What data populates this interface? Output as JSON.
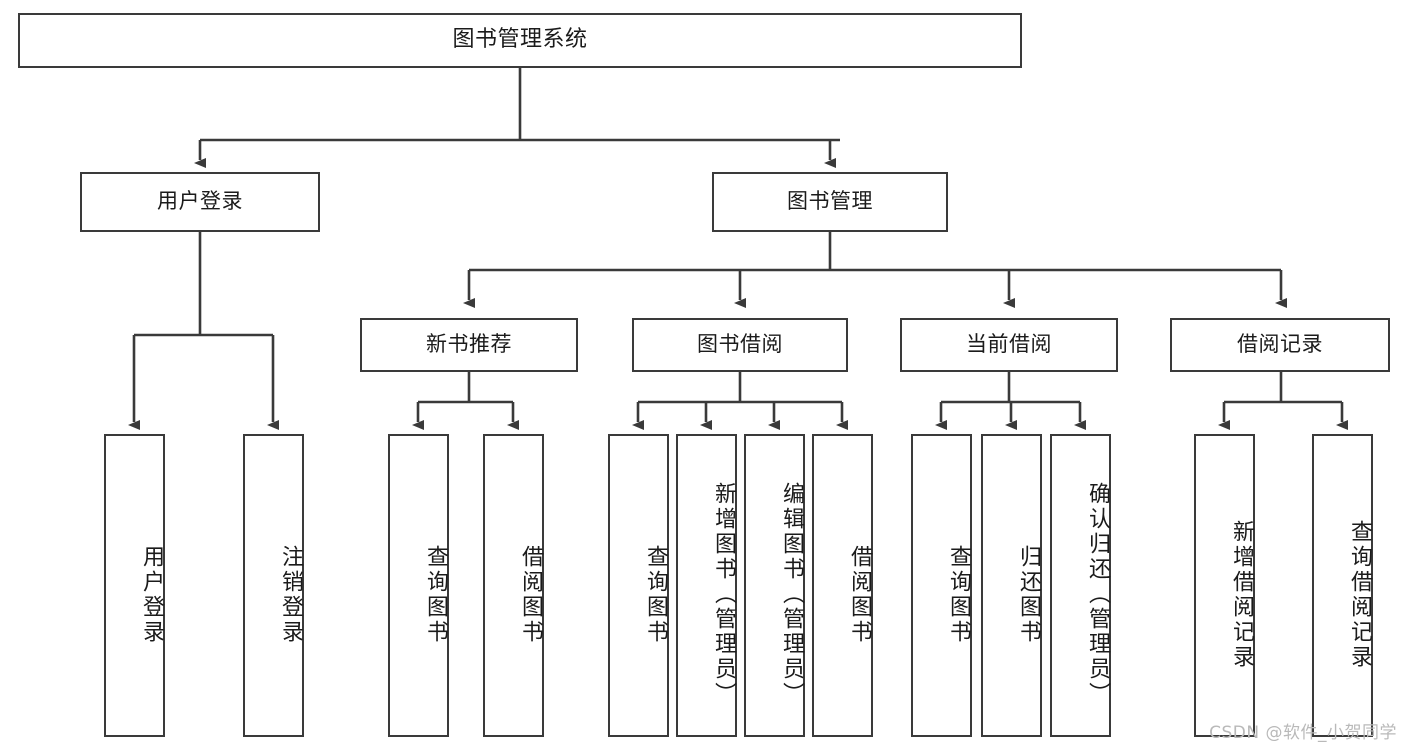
{
  "diagram": {
    "title": "图书管理系统",
    "type": "tree-hierarchy",
    "root": {
      "label": "图书管理系统"
    },
    "level1": [
      {
        "id": "user-login",
        "label": "用户登录"
      },
      {
        "id": "book-management",
        "label": "图书管理"
      }
    ],
    "level2": [
      {
        "id": "new-book-recommend",
        "label": "新书推荐",
        "parent": "book-management"
      },
      {
        "id": "book-borrow",
        "label": "图书借阅",
        "parent": "book-management"
      },
      {
        "id": "current-borrow",
        "label": "当前借阅",
        "parent": "book-management"
      },
      {
        "id": "borrow-record",
        "label": "借阅记录",
        "parent": "book-management"
      }
    ],
    "leaves": {
      "user-login": [
        {
          "id": "leaf-user-login",
          "label": "用户登录"
        },
        {
          "id": "leaf-logout-login",
          "label": "注销登录"
        }
      ],
      "new-book-recommend": [
        {
          "id": "leaf-query-book-1",
          "label": "查询图书"
        },
        {
          "id": "leaf-borrow-book-1",
          "label": "借阅图书"
        }
      ],
      "book-borrow": [
        {
          "id": "leaf-query-book-2",
          "label": "查询图书"
        },
        {
          "id": "leaf-add-book",
          "label": "新增图书（管理员）"
        },
        {
          "id": "leaf-edit-book",
          "label": "编辑图书（管理员）"
        },
        {
          "id": "leaf-borrow-book-2",
          "label": "借阅图书"
        }
      ],
      "current-borrow": [
        {
          "id": "leaf-query-book-3",
          "label": "查询图书"
        },
        {
          "id": "leaf-return-book",
          "label": "归还图书"
        },
        {
          "id": "leaf-confirm-return",
          "label": "确认归还（管理员）"
        }
      ],
      "borrow-record": [
        {
          "id": "leaf-add-record",
          "label": "新增借阅记录"
        },
        {
          "id": "leaf-query-record",
          "label": "查询借阅记录"
        }
      ]
    },
    "colors": {
      "stroke": "#3a3a3a",
      "fill": "#ffffff",
      "text": "#1b1b1b",
      "watermark": "#b9b9b9"
    }
  },
  "watermark": {
    "text": "CSDN @软件_小贺同学"
  }
}
